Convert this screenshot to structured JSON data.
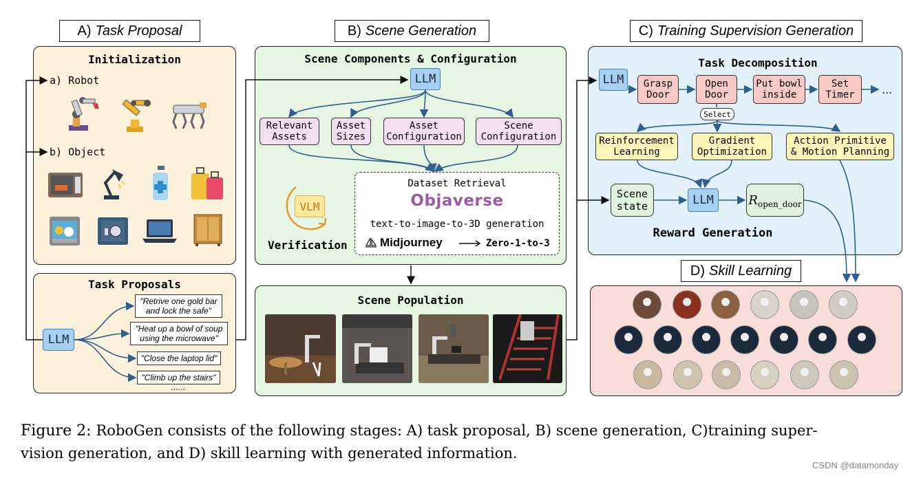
{
  "stages": {
    "a": {
      "letter": "A)",
      "title": "Task Proposal"
    },
    "b": {
      "letter": "B)",
      "title": "Scene Generation"
    },
    "c": {
      "letter": "C)",
      "title": "Training Supervision Generation"
    },
    "d": {
      "letter": "D)",
      "title": "Skill Learning"
    }
  },
  "task_proposal": {
    "initialization": {
      "heading": "Initialization",
      "robot_label": "a) Robot",
      "object_label": "b) Object",
      "robot_icons": [
        "robot-arm-icon",
        "industrial-arm-icon",
        "quadruped-robot-icon"
      ],
      "object_icons": [
        "microwave-icon",
        "desk-lamp-icon",
        "dispenser-bottle-icon",
        "suitcase-icon",
        "dishwasher-icon",
        "safe-icon",
        "laptop-icon",
        "cabinet-icon"
      ]
    },
    "proposals": {
      "heading": "Task Proposals",
      "llm": "LLM",
      "items": [
        {
          "line1": "\"Retrive one gold bar",
          "line2": "and lock the safe\""
        },
        {
          "line1": "\"Heat up a bowl of soup",
          "line2": "using the microwave\""
        },
        {
          "line1": "\"Close the laptop lid\"",
          "line2": ""
        },
        {
          "line1": "\"Climb up the stairs\"",
          "line2": ""
        }
      ],
      "ellipsis": "......"
    }
  },
  "scene_generation": {
    "components": {
      "heading": "Scene Components & Configuration",
      "llm": "LLM",
      "boxes": [
        {
          "line1": "Relevant",
          "line2": "Assets"
        },
        {
          "line1": "Asset",
          "line2": "Sizes"
        },
        {
          "line1": "Asset",
          "line2": "Configuration"
        },
        {
          "line1": "Scene",
          "line2": "Configuration"
        }
      ],
      "vlm": "VLM",
      "verification": "Verification",
      "dataset_retrieval": "Dataset Retrieval",
      "objaverse": "Objaverse",
      "t2i3d": "text-to-image-to-3D generation",
      "midjourney": "Midjourney",
      "zero123": "Zero-1-to-3"
    },
    "population": {
      "heading": "Scene Population"
    }
  },
  "supervision": {
    "decomposition": {
      "heading": "Task Decomposition",
      "llm": "LLM",
      "steps": [
        {
          "line1": "Grasp",
          "line2": "Door"
        },
        {
          "line1": "Open",
          "line2": "Door"
        },
        {
          "line1": "Put bowl",
          "line2": "inside"
        },
        {
          "line1": "Set",
          "line2": "Timer"
        }
      ],
      "ellipsis": "...",
      "select": "Select",
      "methods": [
        {
          "line1": "Reinforcement",
          "line2": "Learning"
        },
        {
          "line1": "Gradient",
          "line2": "Optimization"
        },
        {
          "line1": "Action Primitive",
          "line2": "& Motion Planning"
        }
      ]
    },
    "reward": {
      "scene_state": {
        "line1": "Scene",
        "line2": "state"
      },
      "llm": "LLM",
      "r_symbol": "R",
      "r_subscript": "open_door",
      "heading": "Reward Generation"
    }
  },
  "caption": {
    "label": "Figure 2:",
    "line1": "RoboGen consists of the following stages: A) task proposal, B) scene generation, C)training super-",
    "line2": "vision generation, and D) skill learning with generated information."
  },
  "watermark": "CSDN @datamonday",
  "colors": {
    "yellow_panel": "#fcf2dc",
    "green_panel": "#e6f6e3",
    "blue_panel": "#e3f1fb",
    "pink_panel": "#f8ddd8",
    "llm_fill": "#a8d0f3",
    "arrow": "#2f5f8f",
    "vlm_fill": "#fde9a0"
  }
}
